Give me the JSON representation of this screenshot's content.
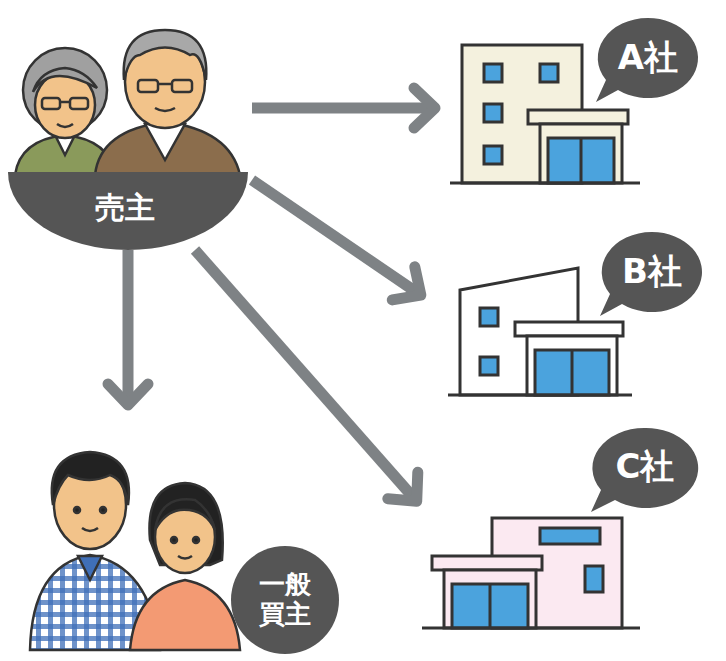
{
  "diagram": {
    "nodes": [
      {
        "text": [
          "売主"
        ]
      },
      {
        "text": [
          "A社"
        ]
      },
      {
        "text": [
          "B社"
        ]
      },
      {
        "text": [
          "C社"
        ]
      },
      {
        "text": [
          "一般 買主"
        ]
      }
    ],
    "edges": [
      {
        "from": 0,
        "to": 1,
        "arrow": "to"
      },
      {
        "from": 0,
        "to": 2,
        "arrow": "to"
      },
      {
        "from": 0,
        "to": 3,
        "arrow": "to"
      },
      {
        "from": 0,
        "to": 4,
        "arrow": "to"
      }
    ]
  }
}
